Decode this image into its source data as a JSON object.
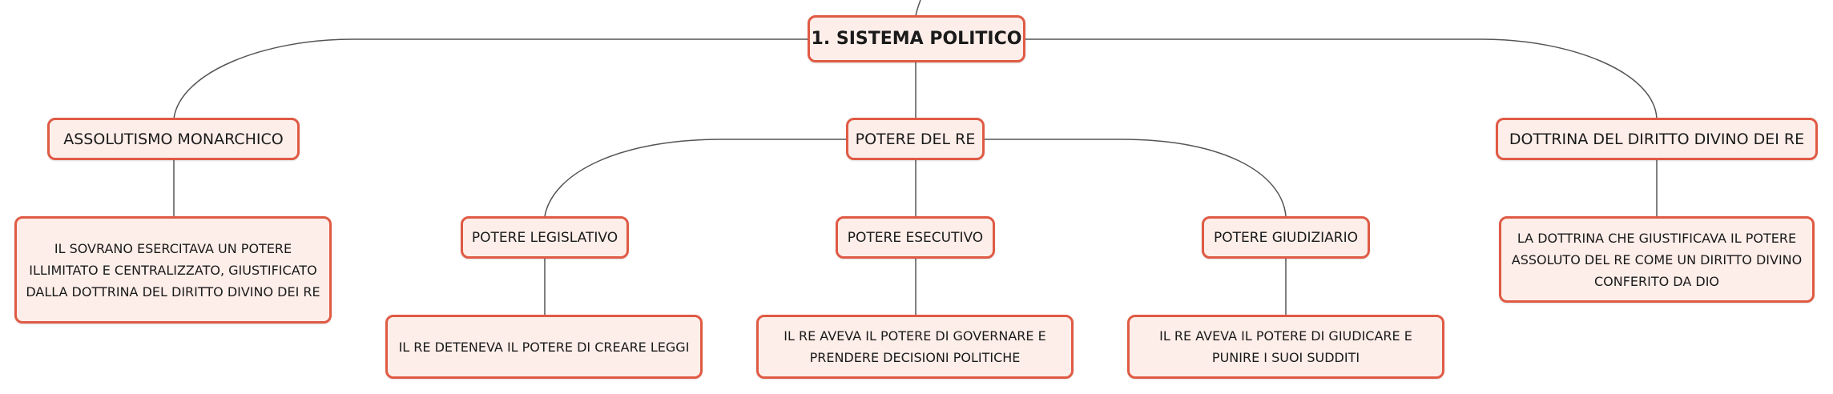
{
  "root": {
    "label": "1. SISTEMA POLITICO"
  },
  "branches": [
    {
      "label": "ASSOLUTISMO MONARCHICO",
      "detail": "IL SOVRANO ESERCITAVA UN POTERE ILLIMITATO E CENTRALIZZATO, GIUSTIFICATO DALLA DOTTRINA DEL DIRITTO DIVINO DEI RE"
    },
    {
      "label": "POTERE DEL RE",
      "children": [
        {
          "label": "POTERE LEGISLATIVO",
          "detail": "IL RE DETENEVA IL POTERE DI CREARE LEGGI"
        },
        {
          "label": "POTERE ESECUTIVO",
          "detail": "IL RE AVEVA IL POTERE DI GOVERNARE E PRENDERE DECISIONI POLITICHE"
        },
        {
          "label": "POTERE GIUDIZIARIO",
          "detail": "IL RE AVEVA IL POTERE DI GIUDICARE E PUNIRE I SUOI SUDDITI"
        }
      ]
    },
    {
      "label": "DOTTRINA DEL DIRITTO DIVINO DEI RE",
      "detail": "LA DOTTRINA CHE GIUSTIFICAVA IL POTERE ASSOLUTO DEL RE COME UN DIRITTO DIVINO CONFERITO DA DIO"
    }
  ],
  "colors": {
    "node_border": "#e05a44",
    "node_fill": "#fdeee9",
    "connector": "#555555"
  }
}
